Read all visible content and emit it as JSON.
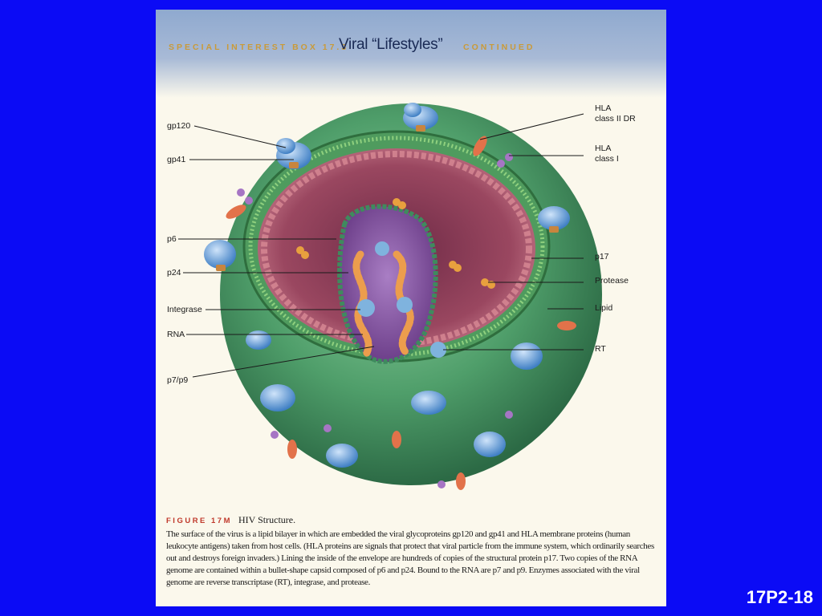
{
  "header": {
    "prefix": "SPECIAL INTEREST BOX 17.3",
    "title": "Viral “Lifestyles”",
    "suffix": "CONTINUED"
  },
  "labels": {
    "gp120": "gp120",
    "gp41": "gp41",
    "p6": "p6",
    "p24": "p24",
    "integrase": "Integrase",
    "rna": "RNA",
    "p7p9": "p7/p9",
    "hla2_line1": "HLA",
    "hla2_line2": "class II DR",
    "hla1_line1": "HLA",
    "hla1_line2": "class I",
    "p17": "p17",
    "protease": "Protease",
    "lipid": "Lipid",
    "rt": "RT"
  },
  "caption": {
    "figure_number": "FIGURE 17M",
    "figure_title": "HIV Structure.",
    "text": "The surface of the virus is a lipid bilayer in which are embedded the viral glycoproteins gp120 and gp41 and HLA membrane proteins (human leukocyte antigens) taken from host cells. (HLA proteins are signals that protect that viral particle from the immune system, which ordinarily searches out and destroys foreign invaders.) Lining the inside of the envelope are hundreds of copies of the structural protein p17. Two copies of the RNA genome are contained within a bullet-shape capsid composed of p6 and p24. Bound to the RNA are p7 and p9. Enzymes associated with the viral genome are reverse transcriptase (RT), integrase, and protease."
  },
  "slide_number": "17P2-18",
  "colors": {
    "background": "#0b0bf5",
    "page": "#fbf8ec",
    "membrane": "#5fae6e",
    "interior": "#a4485c",
    "capsid": "#8f5fa8",
    "glycoprotein": "#6aa3dc",
    "rna": "#e79a4a"
  }
}
